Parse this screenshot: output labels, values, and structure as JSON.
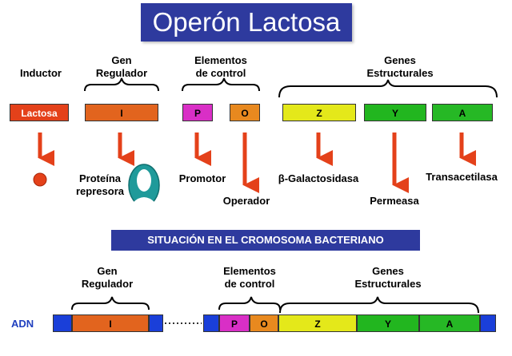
{
  "title": "Operón Lactosa",
  "top_labels": {
    "inductor": "Inductor",
    "gen_regulador": [
      "Gen",
      "Regulador"
    ],
    "elementos_control": [
      "Elementos",
      "de control"
    ],
    "genes_estructurales": [
      "Genes",
      "Estructurales"
    ]
  },
  "boxes": {
    "lactosa": "Lactosa",
    "i": "I",
    "p": "P",
    "o": "O",
    "z": "Z",
    "y": "Y",
    "a": "A"
  },
  "products": {
    "proteina": [
      "Proteína",
      "represora"
    ],
    "promotor": "Promotor",
    "operador": "Operador",
    "galactosidasa": "β-Galactosidasa",
    "permeasa": "Permeasa",
    "transacetilasa": "Transacetilasa"
  },
  "section_title": "SITUACIÓN EN EL CROMOSOMA BACTERIANO",
  "bottom_labels": {
    "gen_regulador": [
      "Gen",
      "Regulador"
    ],
    "elementos_control": [
      "Elementos",
      "de control"
    ],
    "genes_estructurales": [
      "Genes",
      "Estructurales"
    ]
  },
  "adn_label": "ADN",
  "colors": {
    "title_bg": "#2e3a9e",
    "lactosa": "#e4411a",
    "i_gene": "#e2641e",
    "p": "#d92fc6",
    "o": "#e8891f",
    "z": "#e4e81a",
    "y": "#22b61f",
    "a": "#26b825",
    "dna_end": "#1a3fd9",
    "arrow": "#e4411a",
    "repressor": "#1f9a9a"
  }
}
